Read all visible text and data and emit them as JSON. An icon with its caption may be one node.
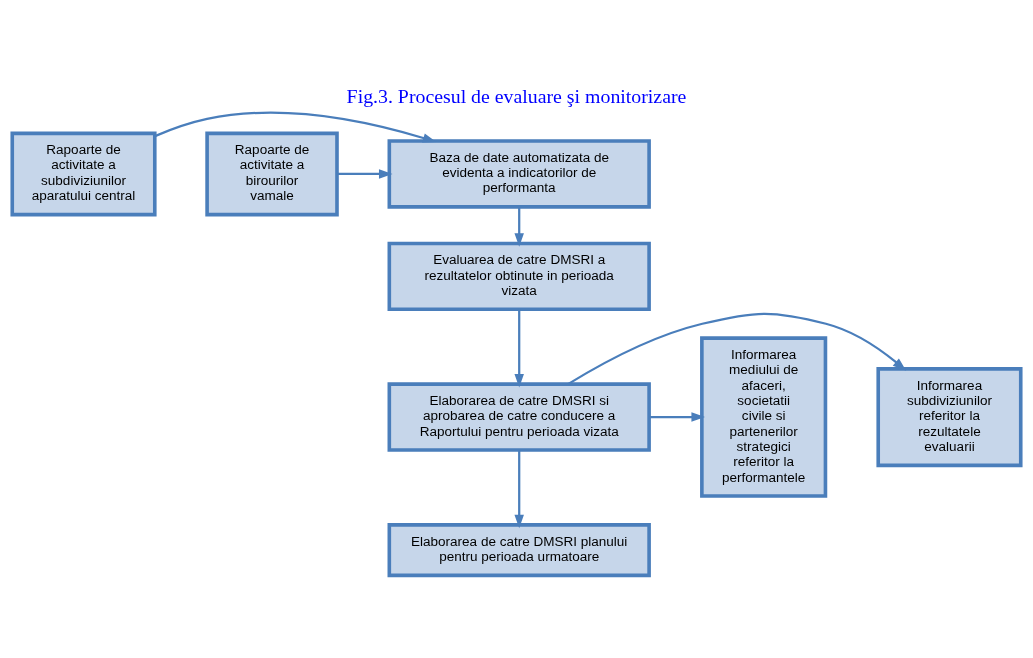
{
  "diagram": {
    "title": "Fig.3. Procesul de evaluare şi monitorizare",
    "nodes": [
      {
        "text": [
          "Rapoarte de activitate a subdiviziunilor aparatului central"
        ]
      },
      {
        "text": [
          "Baza de date automatizata de evidenta a indicatorilor de performanta"
        ]
      },
      {
        "text": [
          "Rapoarte de activitate a birourilor vamale"
        ]
      },
      {
        "text": [
          "Evaluarea de catre DMSRI a rezultatelor obtinute in perioada vizata"
        ]
      },
      {
        "text": [
          "Informarea subdiviziunilor referitor la rezultatele evaluarii"
        ]
      },
      {
        "text": [
          "Elaborarea de catre DMSRI si aprobarea de catre conducere a Raportului pentru perioada vizata"
        ]
      },
      {
        "text": [
          "Informarea mediului de afaceri, societatii civile si partenerilor strategici referitor la performantele"
        ]
      },
      {
        "text": [
          "Elaborarea de catre DMSRI planului pentru perioada urmatoare"
        ]
      }
    ],
    "edges": [
      {
        "from": 0,
        "to": 1,
        "arrow": "to"
      },
      {
        "from": 2,
        "to": 1,
        "arrow": "to"
      },
      {
        "from": 1,
        "to": 3,
        "arrow": "to"
      },
      {
        "from": 3,
        "to": 5,
        "arrow": "to"
      },
      {
        "from": 5,
        "to": 4,
        "arrow": "to"
      },
      {
        "from": 5,
        "to": 6,
        "arrow": "to"
      },
      {
        "from": 5,
        "to": 7,
        "arrow": "to"
      }
    ]
  }
}
